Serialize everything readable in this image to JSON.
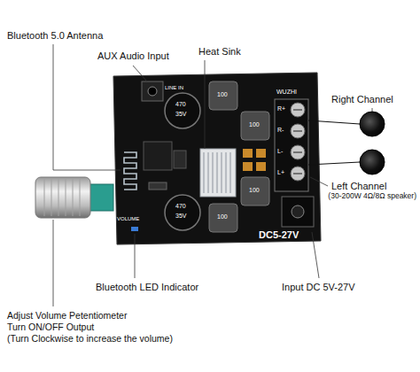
{
  "diagram": {
    "labels": [
      "Bluetooth 5.0 Antenna",
      "AUX Audio Input",
      "Heat Sink",
      "Right Channel",
      "LINE IN",
      "WUZHI",
      "R+",
      "R-",
      "L-",
      "L+",
      "470",
      "35V",
      "100",
      "100",
      "470",
      "35V",
      "100",
      "100",
      "Left Channel",
      "(30-200W 4Ω/8Ω speaker)",
      "VOLUME",
      "DC5-27V",
      "Bluetooth LED Indicator",
      "Input DC 5V-27V",
      "Adjust Volume Petentiometer",
      "Turn ON/OFF Output",
      "(Turn Clockwise to increase the volume)"
    ]
  }
}
